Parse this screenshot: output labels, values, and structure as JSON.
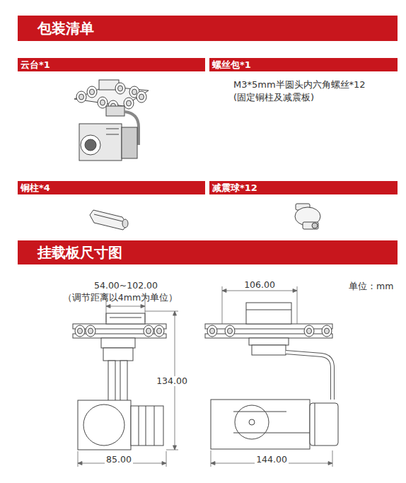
{
  "diagram": {
    "nodes": [
      {
        "text": [
          "包装清单"
        ]
      },
      {
        "text": [
          "云台*1"
        ]
      },
      {
        "text": [
          "螺丝包*1"
        ]
      },
      {
        "text": [
          "铜柱*4"
        ]
      },
      {
        "text": [
          "减震球*12"
        ]
      },
      {
        "text": [
          "挂载板尺寸图"
        ]
      }
    ],
    "labels": [
      "M3*5mm半圆头内六角螺丝*12",
      "(固定铜柱及减震板)",
      "54.00~102.00",
      "（调节距离以4mm为单位）",
      "134.00",
      "85.00",
      "106.00",
      "144.00",
      "单位：mm"
    ]
  }
}
